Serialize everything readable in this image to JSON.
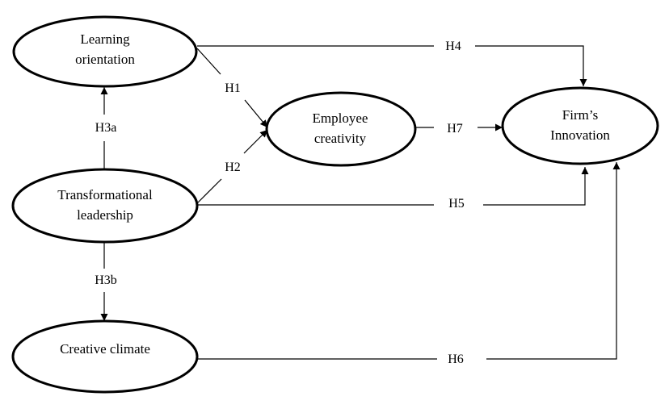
{
  "nodes": {
    "learning_orientation": {
      "lines": [
        "Learning",
        "orientation"
      ]
    },
    "employee_creativity": {
      "lines": [
        "Employee",
        "creativity"
      ]
    },
    "firms_innovation": {
      "lines": [
        "Firm’s",
        "Innovation"
      ]
    },
    "transformational_leadership": {
      "lines": [
        "Transformational",
        "leadership"
      ]
    },
    "creative_climate": {
      "lines": [
        "Creative climate"
      ]
    }
  },
  "hypotheses": {
    "h1": "H1",
    "h2": "H2",
    "h3a": "H3a",
    "h3b": "H3b",
    "h4": "H4",
    "h5": "H5",
    "h6": "H6",
    "h7": "H7"
  }
}
